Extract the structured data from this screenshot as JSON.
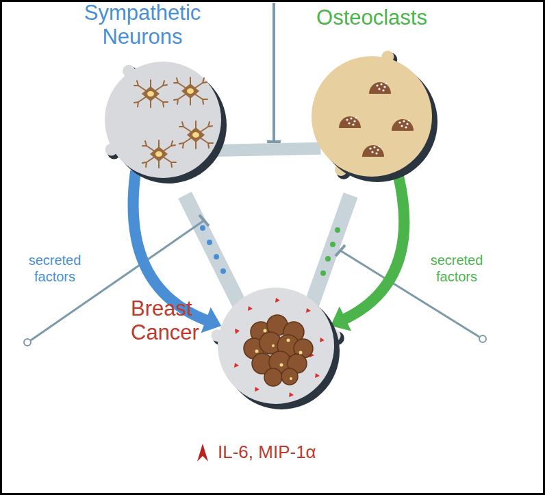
{
  "diagram": {
    "nodes": [
      {
        "text": [
          "Sympathetic Neurons"
        ]
      },
      {
        "text": [
          "Osteoclasts"
        ]
      },
      {
        "text": [
          "Breast Cancer"
        ]
      }
    ],
    "edges": [
      {
        "from": 0,
        "to": 1,
        "arrow": "none"
      },
      {
        "from": 0,
        "to": 2,
        "arrow": "to",
        "label": "secreted factors"
      },
      {
        "from": 1,
        "to": 2,
        "arrow": "to",
        "label": "secreted factors"
      }
    ],
    "labels": [
      "IL-6, MIP-1α"
    ]
  }
}
